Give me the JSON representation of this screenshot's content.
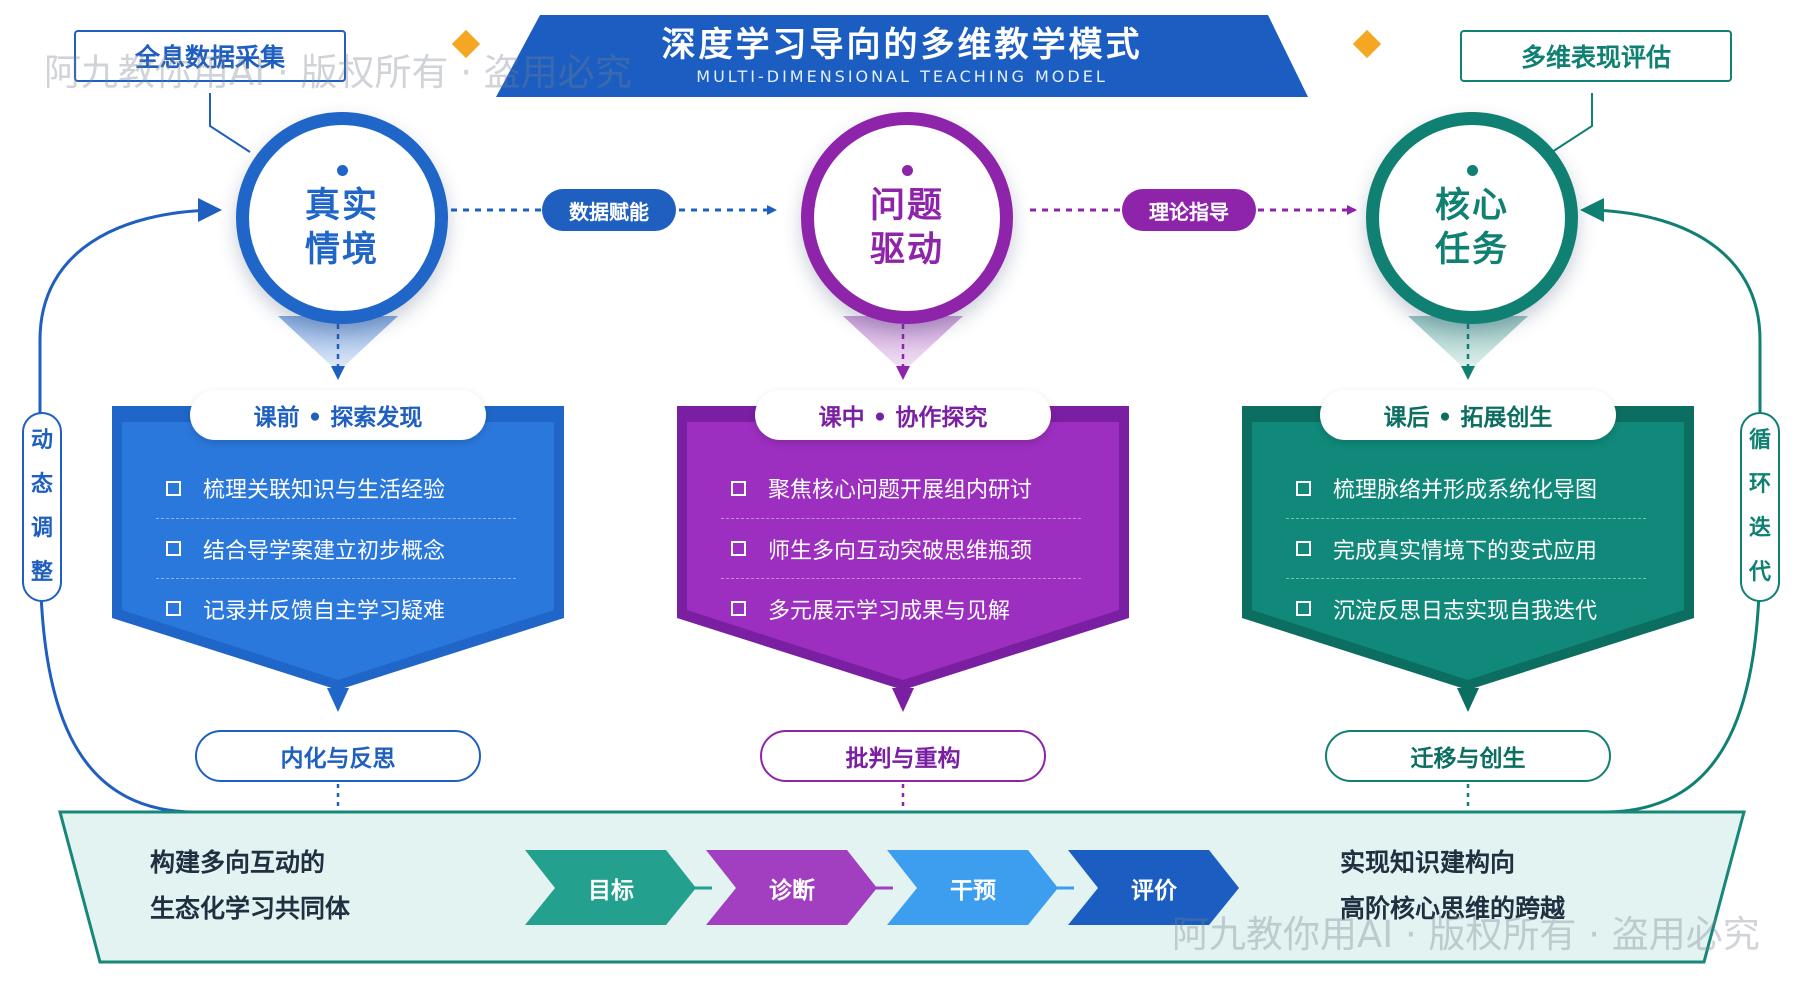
{
  "title": {
    "main": "深度学习导向的多维教学模式",
    "sub": "MULTI-DIMENSIONAL TEACHING MODEL"
  },
  "tags": {
    "left": "全息数据采集",
    "right": "多维表现评估"
  },
  "nodes": [
    {
      "line1": "真实",
      "line2": "情境",
      "color": "#1f66c8"
    },
    {
      "line1": "问题",
      "line2": "驱动",
      "color": "#8e24aa"
    },
    {
      "line1": "核心",
      "line2": "任务",
      "color": "#0f8072"
    }
  ],
  "connectors": [
    {
      "label": "数据赋能",
      "color": "#1f5fbf"
    },
    {
      "label": "理论指导",
      "color": "#8e24aa"
    }
  ],
  "stages": [
    {
      "label": "课前 • 探索发现",
      "items": [
        "梳理关联知识与生活经验",
        "结合导学案建立初步概念",
        "记录并反馈自主学习疑难"
      ],
      "outcome": "内化与反思"
    },
    {
      "label": "课中 • 协作探究",
      "items": [
        "聚焦核心问题开展组内研讨",
        "师生多向互动突破思维瓶颈",
        "多元展示学习成果与见解"
      ],
      "outcome": "批判与重构"
    },
    {
      "label": "课后 • 拓展创生",
      "items": [
        "梳理脉络并形成系统化导图",
        "完成真实情境下的变式应用",
        "沉淀反思日志实现自我迭代"
      ],
      "outcome": "迁移与创生"
    }
  ],
  "side": {
    "left": [
      "动",
      "态",
      "调",
      "整"
    ],
    "right": [
      "循",
      "环",
      "迭",
      "代"
    ]
  },
  "bottom": {
    "left_line1": "构建多向互动的",
    "left_line2": "生态化学习共同体",
    "right_line1": "实现知识建构向",
    "right_line2": "高阶核心思维的跨越",
    "steps": [
      {
        "label": "目标",
        "color": "#23a08e"
      },
      {
        "label": "诊断",
        "color": "#a23fc0"
      },
      {
        "label": "干预",
        "color": "#3d9ef0"
      },
      {
        "label": "评价",
        "color": "#1b5dc0"
      }
    ]
  },
  "watermark": "阿九教你用AI · 版权所有 · 盗用必究"
}
